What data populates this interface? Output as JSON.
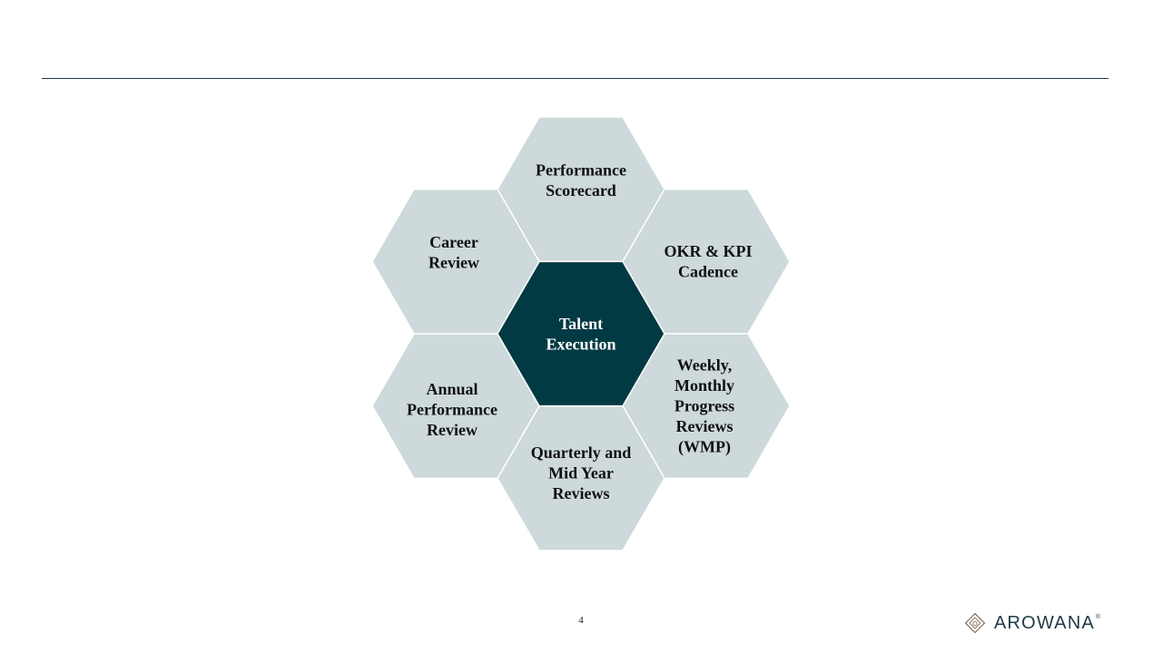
{
  "diagram": {
    "center": {
      "lines": [
        "Talent",
        "Execution"
      ],
      "fill": "#023a44",
      "text_color": "#ffffff"
    },
    "outer_fill": "#cdd9da",
    "outer_text_color": "#111111",
    "hexes": [
      {
        "id": "performance-scorecard",
        "lines": [
          "Performance",
          "Scorecard"
        ]
      },
      {
        "id": "okr-kpi-cadence",
        "lines": [
          "OKR & KPI",
          "Cadence"
        ]
      },
      {
        "id": "weekly-monthly-progress-reviews",
        "lines": [
          "Weekly,",
          "Monthly",
          "Progress",
          "Reviews",
          "(WMP)"
        ]
      },
      {
        "id": "quarterly-mid-year-reviews",
        "lines": [
          "Quarterly and",
          "Mid Year",
          "Reviews"
        ]
      },
      {
        "id": "annual-performance-review",
        "lines": [
          "Annual",
          "Performance",
          "Review"
        ]
      },
      {
        "id": "career-review",
        "lines": [
          "Career",
          "Review"
        ]
      }
    ]
  },
  "footer": {
    "page_number": "4",
    "brand_name": "AROWANA",
    "brand_mark": "®",
    "logo_icon": "arowana-diamond-logo-icon"
  },
  "colors": {
    "rule": "#1f3a45",
    "brand": "#1e3a44"
  }
}
